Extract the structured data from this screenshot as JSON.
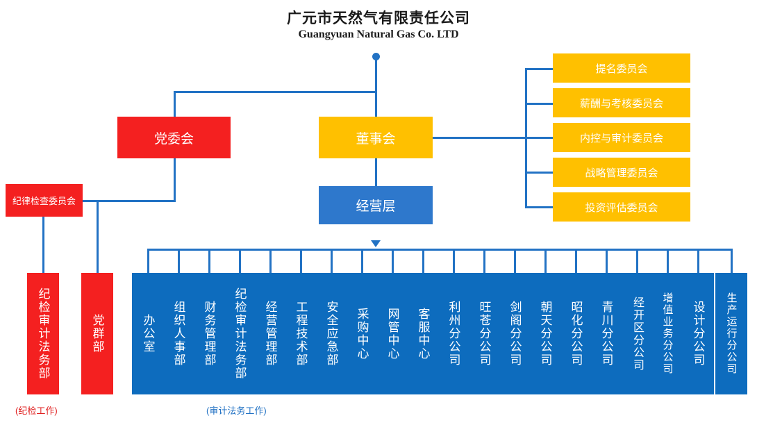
{
  "title": {
    "cn": "广元市天然气有限责任公司",
    "en": "Guangyuan Natural Gas Co. LTD"
  },
  "colors": {
    "red": "#F42020",
    "gold": "#FFC000",
    "blue": "#2E78CC",
    "deep_blue": "#0D6CBE",
    "line": "#2272C4",
    "note_red": "#E02020",
    "note_blue": "#2272C4"
  },
  "top_level": {
    "party_committee": "党委会",
    "board_of_directors": "董事会",
    "management": "经营层"
  },
  "committees": [
    {
      "label": "提名委员会"
    },
    {
      "label": "薪酬与考核委员会"
    },
    {
      "label": "内控与审计委员会"
    },
    {
      "label": "战略管理委员会"
    },
    {
      "label": "投资评估委员会"
    }
  ],
  "discipline": {
    "committee": "纪律检查委员会",
    "children": [
      {
        "label": "纪检审计法务部"
      },
      {
        "label": "党群部"
      }
    ]
  },
  "departments": [
    {
      "label": "办公室"
    },
    {
      "label": "组织人事部"
    },
    {
      "label": "财务管理部"
    },
    {
      "label": "纪检审计法务部"
    },
    {
      "label": "经营管理部"
    },
    {
      "label": "工程技术部"
    },
    {
      "label": "安全应急部"
    },
    {
      "label": "采购中心"
    },
    {
      "label": "网管中心"
    },
    {
      "label": "客服中心"
    },
    {
      "label": "利州分公司"
    },
    {
      "label": "旺苍分公司"
    },
    {
      "label": "剑阁分公司"
    },
    {
      "label": "朝天分公司"
    },
    {
      "label": "昭化分公司"
    },
    {
      "label": "青川分公司"
    },
    {
      "label": "经开区分公司"
    },
    {
      "label": "增值业务分公司"
    },
    {
      "label": "设计分公司"
    },
    {
      "label": "生产运行分公司"
    }
  ],
  "notes": {
    "discipline_note": "(纪检工作)",
    "audit_note": "(审计法务工作)"
  }
}
